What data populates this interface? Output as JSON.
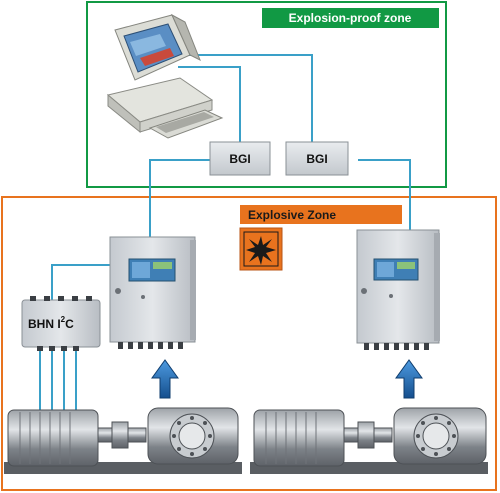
{
  "zones": {
    "explosion_proof": {
      "label": "Explosion-proof zone",
      "color": "#119944"
    },
    "explosive": {
      "label": "Explosive Zone",
      "color": "#e8731e"
    }
  },
  "interfaces": [
    {
      "label": "BGI"
    },
    {
      "label": "BGI"
    }
  ],
  "terminal_box": {
    "label_main": "BHN I",
    "label_sup": "2",
    "label_tail": "C"
  },
  "warning_symbol": {
    "icon": "explosion-hazard-icon",
    "color": "#e8731e"
  },
  "colors": {
    "cable": "#3aa0c8",
    "arrow": "#1e6fb8",
    "cabinet": "#d7dbe0"
  }
}
